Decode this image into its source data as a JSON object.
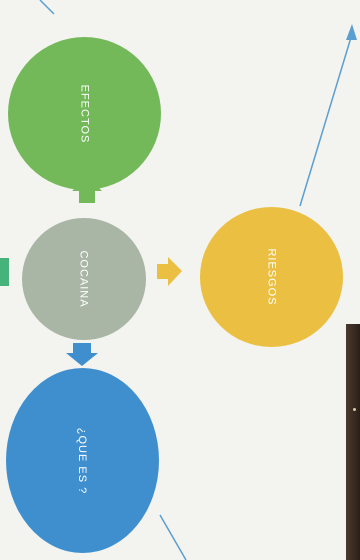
{
  "diagram": {
    "nodes": {
      "efectos": {
        "label": "EFECTOS",
        "color": "#73b95a"
      },
      "cocaina": {
        "label": "COCAINA",
        "color": "#a9b6a6"
      },
      "riesgos": {
        "label": "RIESGOS",
        "color": "#ebbf41"
      },
      "quees": {
        "label": "¿QUE ES ?",
        "color": "#3f8fcf"
      }
    },
    "arrows": {
      "to_efectos": {
        "color": "#73b95a"
      },
      "to_riesgos": {
        "color": "#ebbf41"
      },
      "to_quees": {
        "color": "#3f8fcf"
      },
      "connector": {
        "color": "#5b9fd0"
      }
    }
  }
}
